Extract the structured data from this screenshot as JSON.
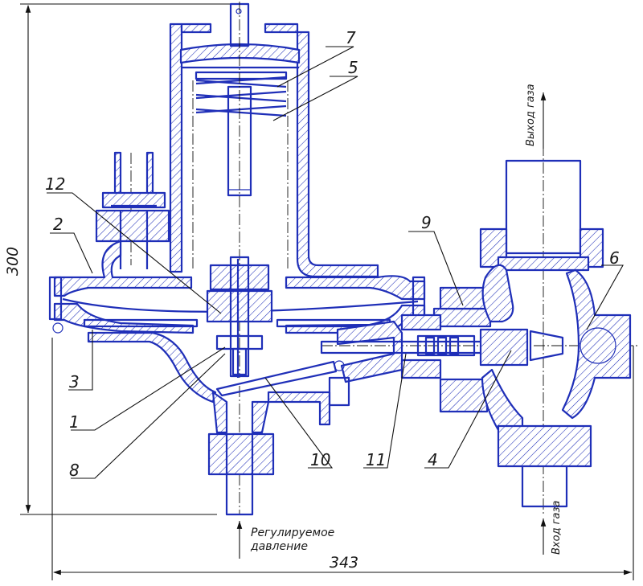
{
  "colors": {
    "drawing": "#1f2fb8",
    "lines": "#111111",
    "background": "#ffffff"
  },
  "dimensions": {
    "height": "300",
    "width": "343"
  },
  "callouts": [
    "1",
    "2",
    "3",
    "4",
    "5",
    "6",
    "7",
    "8",
    "9",
    "10",
    "11",
    "12"
  ],
  "labels": {
    "gas_outlet": "Выход газа",
    "gas_inlet": "Вход газа",
    "regulated_pressure_line1": "Регулируемое",
    "regulated_pressure_line2": "давление"
  }
}
